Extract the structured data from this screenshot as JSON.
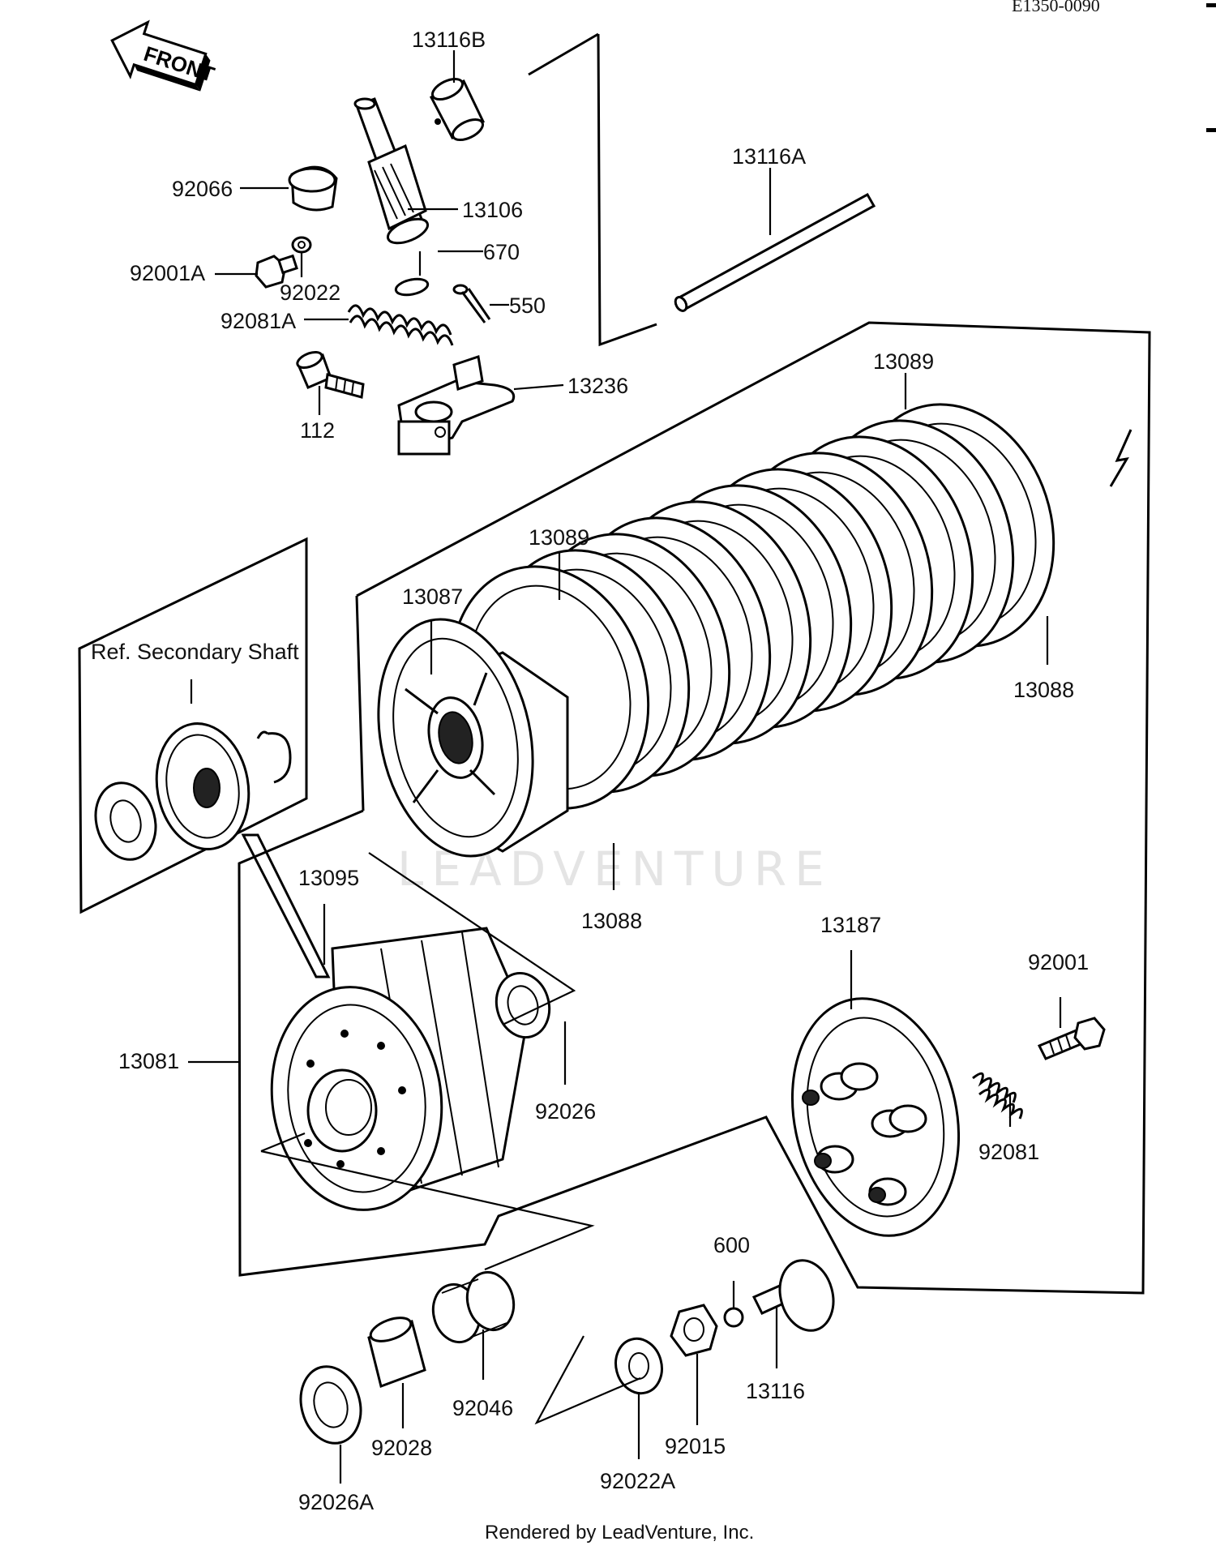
{
  "drawing_code": "E1350-0090",
  "watermark": "LEADVENTURE",
  "footer": "Rendered by LeadVenture, Inc.",
  "front_arrow_text": "FRONT",
  "ref_label": "Ref. Secondary Shaft",
  "parts": {
    "p13116B": "13116B",
    "p13116A": "13116A",
    "p92066": "92066",
    "p13106": "13106",
    "p92001A": "92001A",
    "p670": "670",
    "p92022": "92022",
    "p550": "550",
    "p92081A": "92081A",
    "p13236": "13236",
    "p112": "112",
    "p13089_top": "13089",
    "p13089_mid": "13089",
    "p13087": "13087",
    "p13088_right": "13088",
    "p13088_low": "13088",
    "p13095": "13095",
    "p13187": "13187",
    "p92001": "92001",
    "p13081": "13081",
    "p92026": "92026",
    "p92081": "92081",
    "p600": "600",
    "p13116": "13116",
    "p92046": "92046",
    "p92028": "92028",
    "p92015": "92015",
    "p92022A": "92022A",
    "p92026A": "92026A"
  }
}
